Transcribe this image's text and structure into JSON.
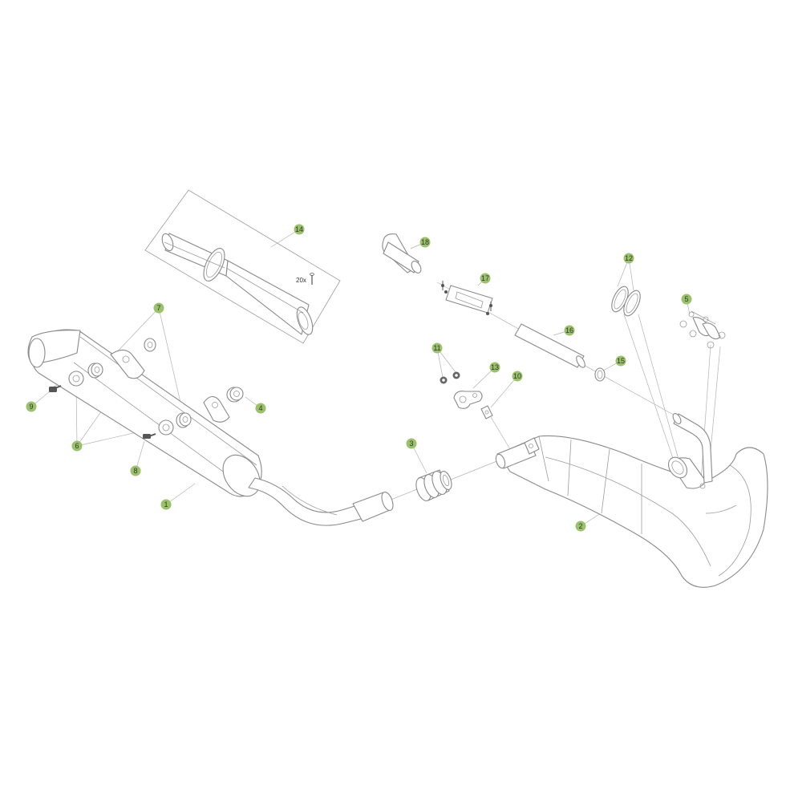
{
  "callout_color": "#9ac26a",
  "callouts": [
    {
      "id": "c1",
      "label": "1"
    },
    {
      "id": "c2",
      "label": "2"
    },
    {
      "id": "c3",
      "label": "3"
    },
    {
      "id": "c4",
      "label": "4"
    },
    {
      "id": "c5",
      "label": "5"
    },
    {
      "id": "c6",
      "label": "6"
    },
    {
      "id": "c7",
      "label": "7"
    },
    {
      "id": "c8",
      "label": "8"
    },
    {
      "id": "c9",
      "label": "9"
    },
    {
      "id": "c10",
      "label": "10"
    },
    {
      "id": "c11",
      "label": "11"
    },
    {
      "id": "c12",
      "label": "12"
    },
    {
      "id": "c13",
      "label": "13"
    },
    {
      "id": "c14",
      "label": "14"
    },
    {
      "id": "c15",
      "label": "15"
    },
    {
      "id": "c16",
      "label": "16"
    },
    {
      "id": "c17",
      "label": "17"
    },
    {
      "id": "c18",
      "label": "18"
    }
  ],
  "kit_note": "20x"
}
